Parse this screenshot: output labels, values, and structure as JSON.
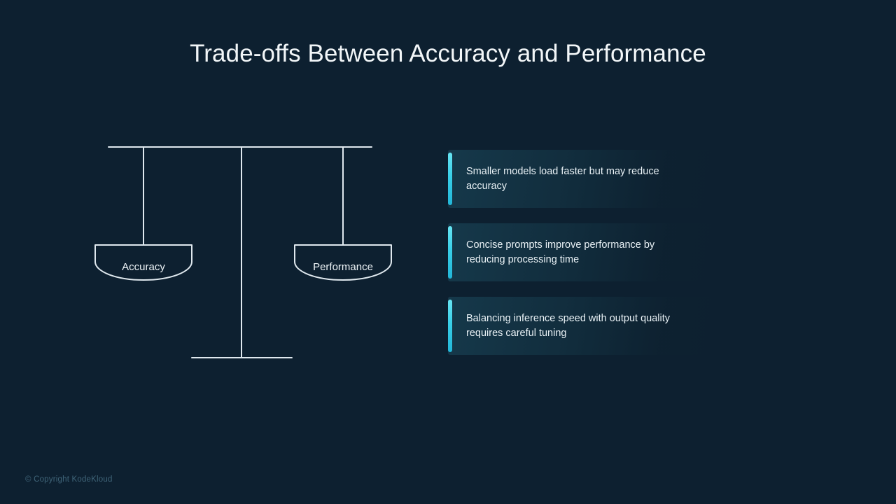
{
  "slide": {
    "title": "Trade-offs Between Accuracy and Performance",
    "background_color": "#0d2030",
    "title_color": "#f2f6f8",
    "accent_color": "#39cfe8"
  },
  "diagram": {
    "name": "balance-scale",
    "stroke_color": "#dfe8ee",
    "left_pan": {
      "label": "Accuracy"
    },
    "right_pan": {
      "label": "Performance"
    }
  },
  "cards": [
    {
      "text": "Smaller models load faster but may reduce accuracy"
    },
    {
      "text": "Concise prompts improve performance by reducing processing time"
    },
    {
      "text": "Balancing inference speed with output quality requires careful tuning"
    }
  ],
  "footer": {
    "copyright": "© Copyright KodeKloud"
  }
}
